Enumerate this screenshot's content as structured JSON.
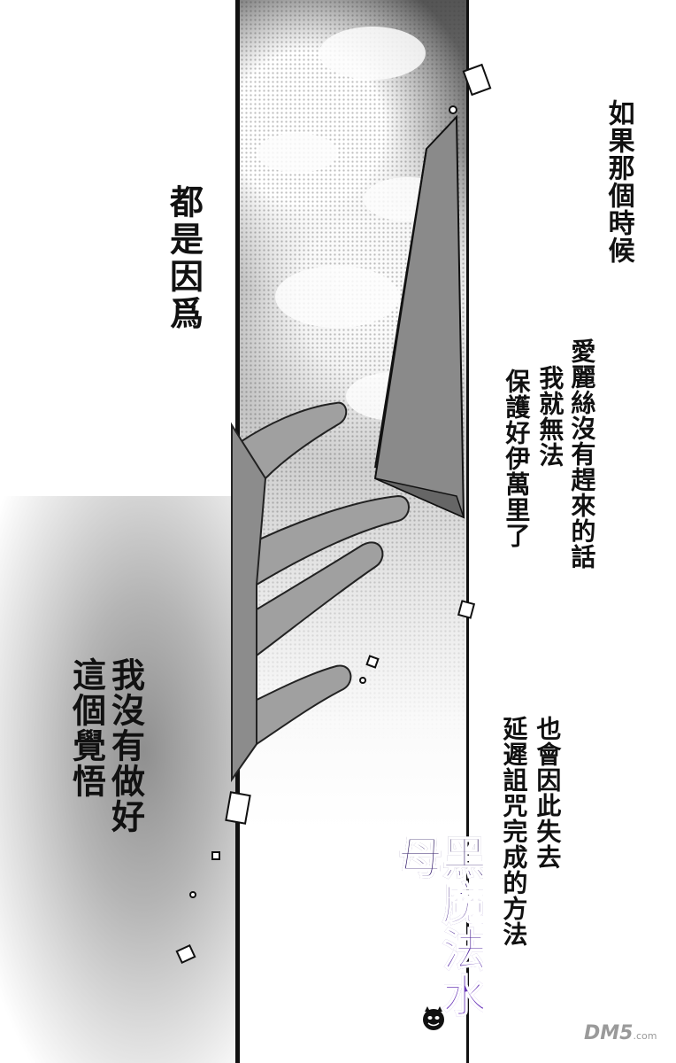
{
  "narration": {
    "right_top": [
      "如果那個時候"
    ],
    "right_middle": [
      "愛麗絲沒有趕來的話",
      "我就無法",
      "保護好伊萬里了"
    ],
    "right_bottom": [
      "也會因此失去",
      "延遲詛咒完成的方法"
    ]
  },
  "speech": {
    "upper": [
      "都是因爲"
    ],
    "lower": [
      "我沒有做好",
      "這個覺悟"
    ]
  },
  "watermark": {
    "text": "黑魔法水母",
    "colors": {
      "dark": "#2b1a5c",
      "mid": "#5a2ea8",
      "light": "#8a4bd6"
    }
  },
  "site_logo": {
    "text": "DM5",
    "suffix": ".com"
  },
  "scene": {
    "description_icons": [
      "hand-icon",
      "card-icon",
      "cloud-icon",
      "paper-fragment-icon"
    ]
  }
}
